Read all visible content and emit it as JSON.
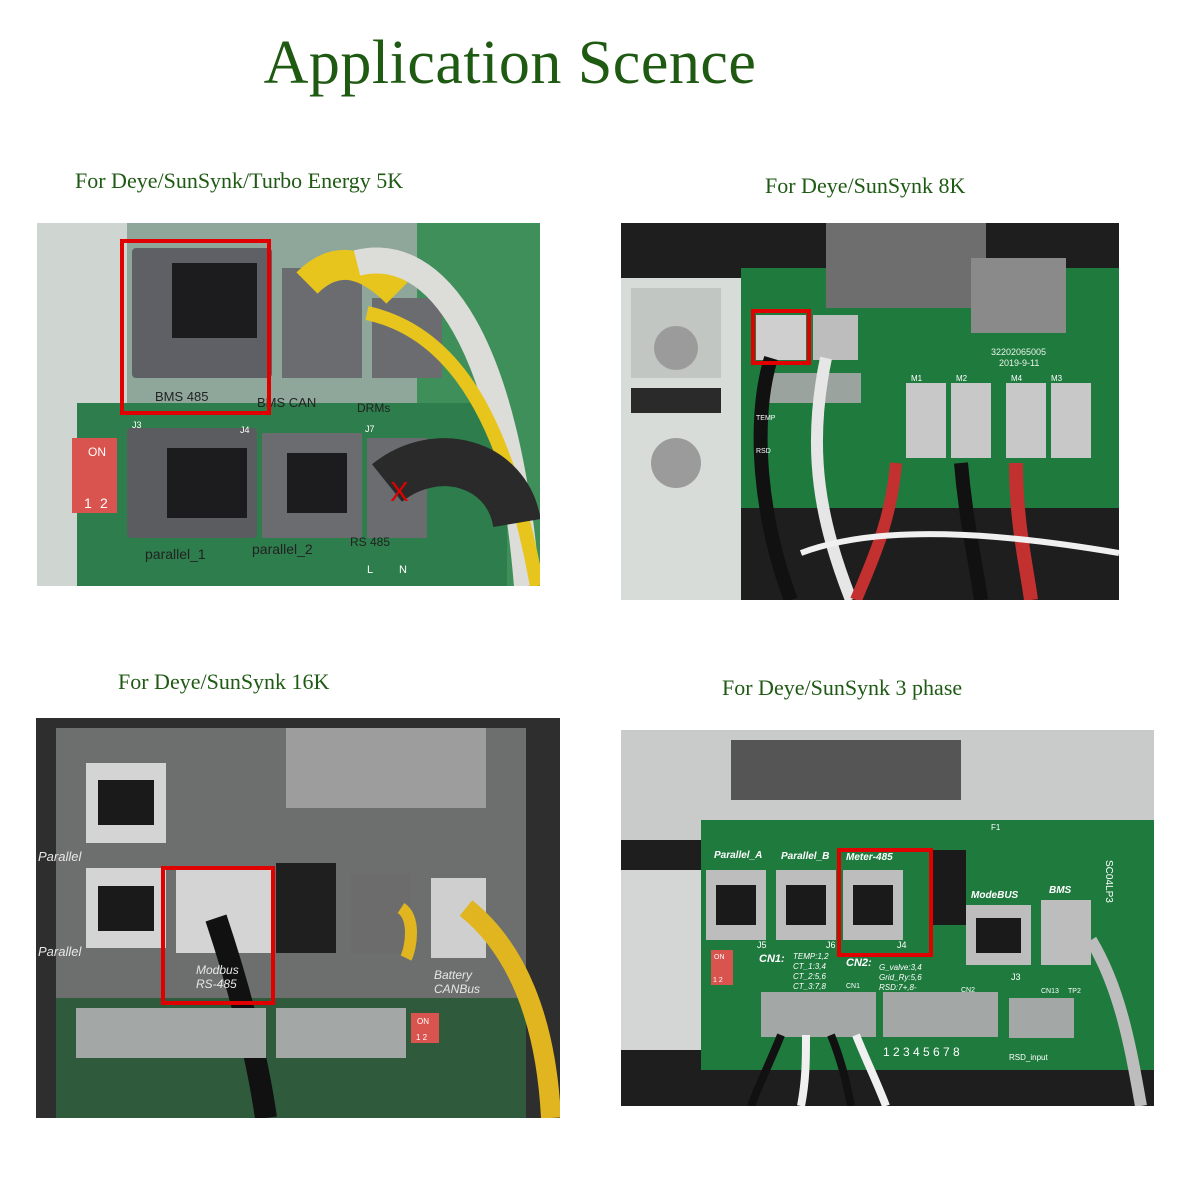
{
  "page_title": "Application Scence",
  "captions": {
    "panel1": "For Deye/SunSynk/Turbo Energy 5K",
    "panel2": "For Deye/SunSynk 8K",
    "panel3": "For Deye/SunSynk 16K",
    "panel4": "For Deye/SunSynk 3 phase"
  },
  "panel1": {
    "ports": [
      "BMS 485",
      "BMS CAN",
      "DRMs",
      "parallel_1",
      "parallel_2",
      "RS 485"
    ],
    "marks": [
      "ON",
      "1",
      "2",
      "J3",
      "J4",
      "J7",
      "L",
      "N",
      "X"
    ]
  },
  "panel2": {
    "board_text": [
      "32202065005",
      "2019-9-11",
      "M1",
      "M2",
      "M3",
      "M4",
      "TEMP",
      "RSD"
    ]
  },
  "panel3": {
    "labels": [
      "Parallel",
      "Parallel",
      "Modbus",
      "RS-485",
      "Battery",
      "CANBus",
      "ON",
      "1 2"
    ]
  },
  "panel4": {
    "ports": [
      "Parallel_A",
      "Parallel_B",
      "Meter-485",
      "ModeBUS",
      "BMS"
    ],
    "connectors": [
      "J5",
      "J6",
      "J4",
      "J3"
    ],
    "text": [
      "CN1:",
      "TEMP:1,2",
      "CT_1:3,4",
      "CT_2:5,6",
      "CT_3:7,8",
      "CN2:",
      "G_valve:3,4",
      "Grid_Ry:5,6",
      "RSD:7+,8-",
      "CN1",
      "CN2",
      "CN13",
      "TP2",
      "ON",
      "1 2",
      "1 2 3 4 5 6 7 8",
      "RSD_input",
      "SC04LP3",
      "F1"
    ]
  },
  "colors": {
    "title_green": "#1e5a12",
    "highlight_red": "#e00000",
    "pcb_green": "#1f6b3a"
  }
}
